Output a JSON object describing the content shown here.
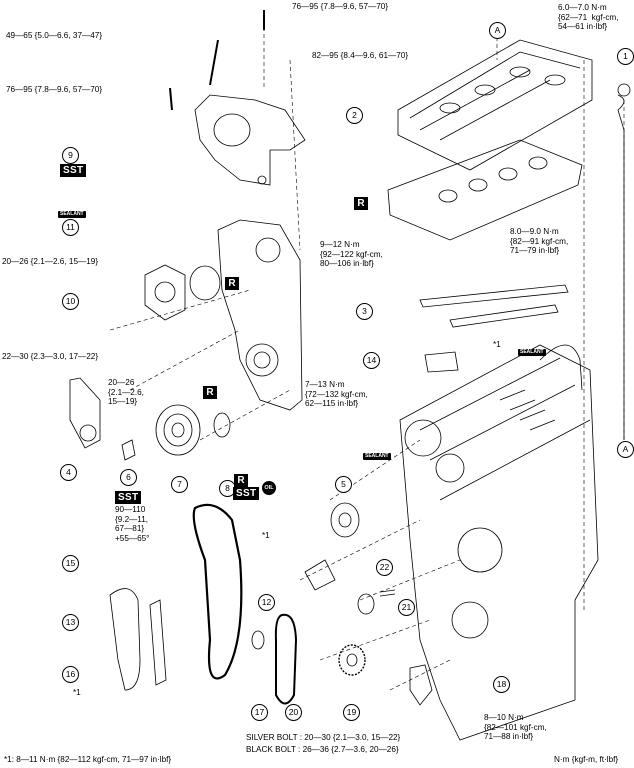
{
  "callouts": {
    "c1": "1",
    "c2": "2",
    "c3": "3",
    "c4": "4",
    "c5": "5",
    "c6": "6",
    "c7": "7",
    "c8": "8",
    "c9": "9",
    "c10": "10",
    "c11": "11",
    "c12": "12",
    "c13": "13",
    "c14": "14",
    "c15": "15",
    "c16": "16",
    "c17": "17",
    "c18": "18",
    "c19": "19",
    "c20": "20",
    "c21": "21",
    "c22": "22",
    "a_top": "A",
    "a_right": "A"
  },
  "torque": {
    "t_top_bolt": "76—95 {7.8—9.6, 57—70}",
    "t_49": "49—65 {5.0—6.6, 37—47}",
    "t_82": "82—95 {8.4—9.6, 61—70}",
    "t_76_left": "76—95 {7.8—9.6, 57—70}",
    "t_dipstick": "6.0—7.0 N·m\n{62—71  kgf-cm,\n54—61 in·lbf}",
    "t_20_26": "20—26 {2.1—2.6, 15—19}",
    "t_9_12": "9—12 N·m\n{92—122 kgf-cm,\n80—106 in·lbf}",
    "t_8_9": "8.0—9.0 N·m\n{82—91 kgf-cm,\n71—79 in·lbf}",
    "t_22_30": "22—30 {2.3—3.0, 17—22}",
    "t_20_26_mid": "20—26\n{2.1—2.6,\n15—19}",
    "t_7_13": "7—13 N·m\n{72—132 kgf-cm,\n62—115 in·lbf}",
    "t_pulley": "90—110\n{9.2—11,\n67—81}\n+55—65°",
    "t_8_10": "8—10 N·m\n{82—101 kgf-cm,\n71—88 in·lbf}",
    "t_silver": "SILVER BOLT : 20—30 {2.1—3.0, 15—22}",
    "t_black": "BLACK BOLT : 26—36 {2.7—3.6, 20—26}",
    "star1_a": "*1",
    "star1_b": "*1",
    "star1_c": "*1"
  },
  "tags": {
    "sst": "SST",
    "r": "R",
    "sealant": "SEALANT",
    "oil": "OIL"
  },
  "footer": {
    "note": "*1: 8—11 N·m {82—112 kgf-cm, 71—97 in·lbf}",
    "units": "N·m {kgf-m, ft·lbf}"
  }
}
